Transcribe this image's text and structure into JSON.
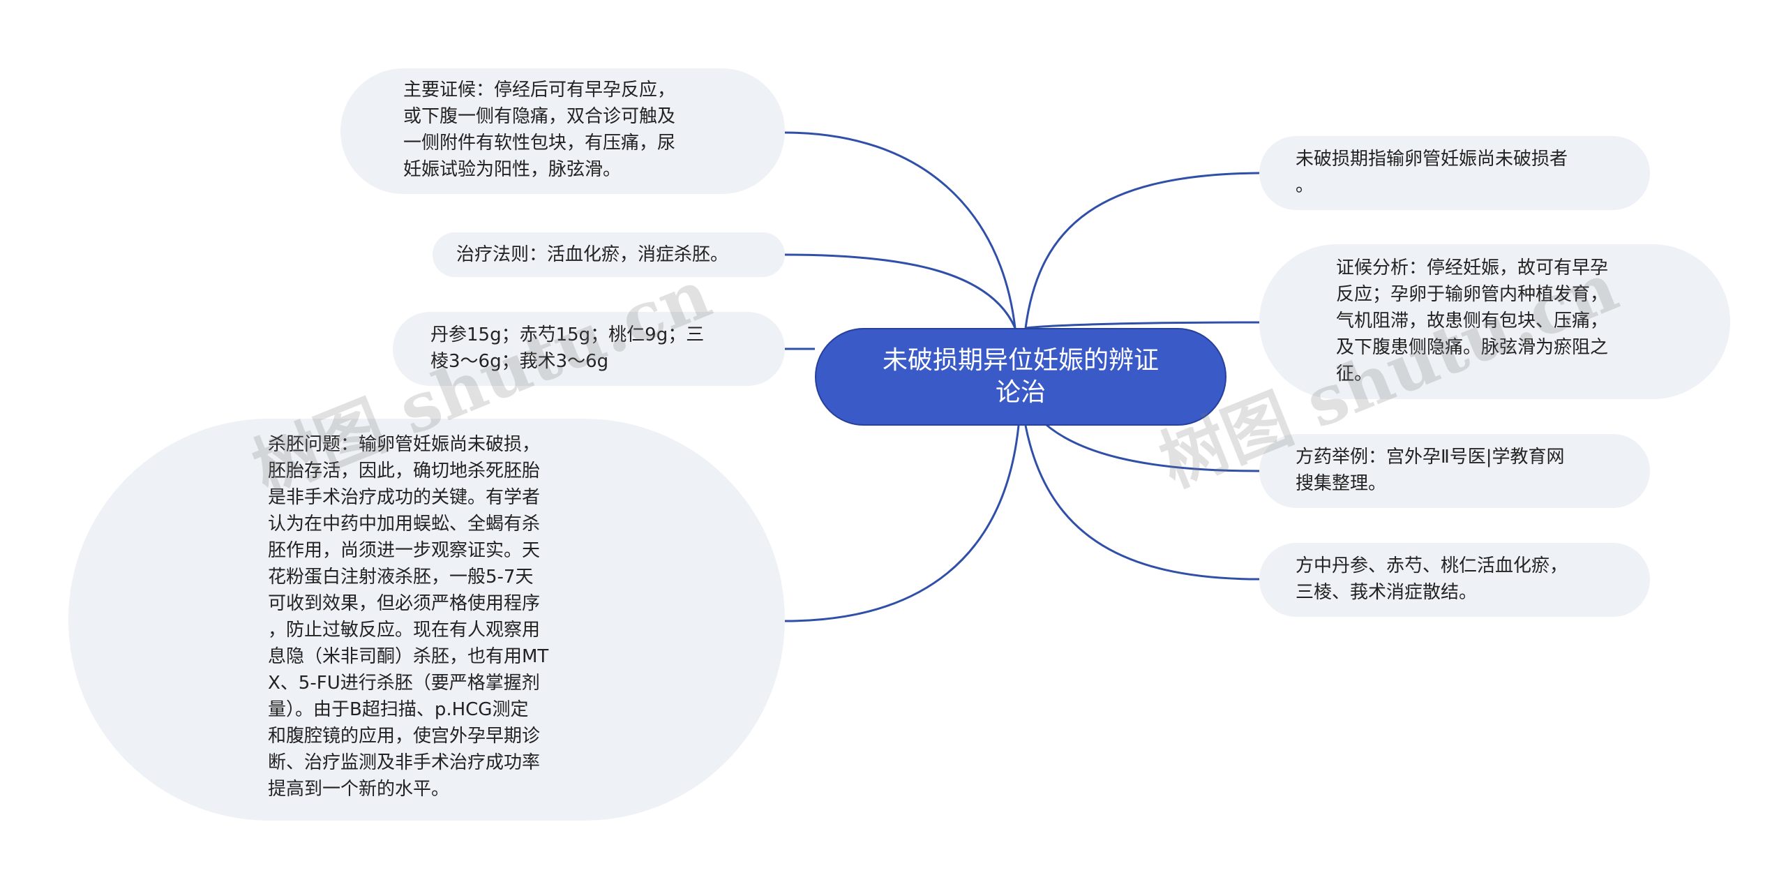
{
  "center": {
    "label": "未破损期异位妊娠的辨证\n论治",
    "fill_color": "#3a5ac8"
  },
  "left_nodes": [
    {
      "id": "main-syndrome",
      "text": "主要证候：停经后可有早孕反应，\n或下腹一侧有隐痛，双合诊可触及\n一侧附件有软性包块，有压痛，尿\n妊娠试验为阳性，脉弦滑。"
    },
    {
      "id": "treatment-principle",
      "text": "治疗法则：活血化瘀，消症杀胚。"
    },
    {
      "id": "prescription",
      "text": "丹参15g；赤芍15g；桃仁9g；三\n棱3～6g；莪术3～6g"
    },
    {
      "id": "embryo-killing",
      "text": "杀胚问题：输卵管妊娠尚未破损，\n胚胎存活，因此，确切地杀死胚胎\n是非手术治疗成功的关键。有学者\n认为在中药中加用蜈蚣、全蝎有杀\n胚作用，尚须进一步观察证实。天\n花粉蛋白注射液杀胚，一般5-7天\n可收到效果，但必须严格使用程序\n，防止过敏反应。现在有人观察用\n息隐（米非司酮）杀胚，也有用MT\nX、5-FU进行杀胚（要严格掌握剂\n量）。由于B超扫描、p.HCG测定\n和腹腔镜的应用，使宫外孕早期诊\n断、治疗监测及非手术治疗成功率\n提高到一个新的水平。"
    }
  ],
  "right_nodes": [
    {
      "id": "definition",
      "text": "未破损期指输卵管妊娠尚未破损者\n。"
    },
    {
      "id": "syndrome-analysis",
      "text": "证候分析：停经妊娠，故可有早孕\n反应；孕卵于输卵管内种植发育，\n气机阻滞，故患侧有包块、压痛，\n及下腹患侧隐痛。脉弦滑为瘀阻之\n征。"
    },
    {
      "id": "formula-example",
      "text": "方药举例：宫外孕Ⅱ号医|学教育网\n搜集整理。"
    },
    {
      "id": "formula-explanation",
      "text": "方中丹参、赤芍、桃仁活血化瘀，\n三棱、莪术消症散结。"
    }
  ],
  "watermark": {
    "left": "树图 shutu.cn",
    "right": "树图 shutu.cn"
  },
  "colors": {
    "link": "#2f4fa8",
    "node_fill": "#eef1f5",
    "text": "#222222"
  }
}
